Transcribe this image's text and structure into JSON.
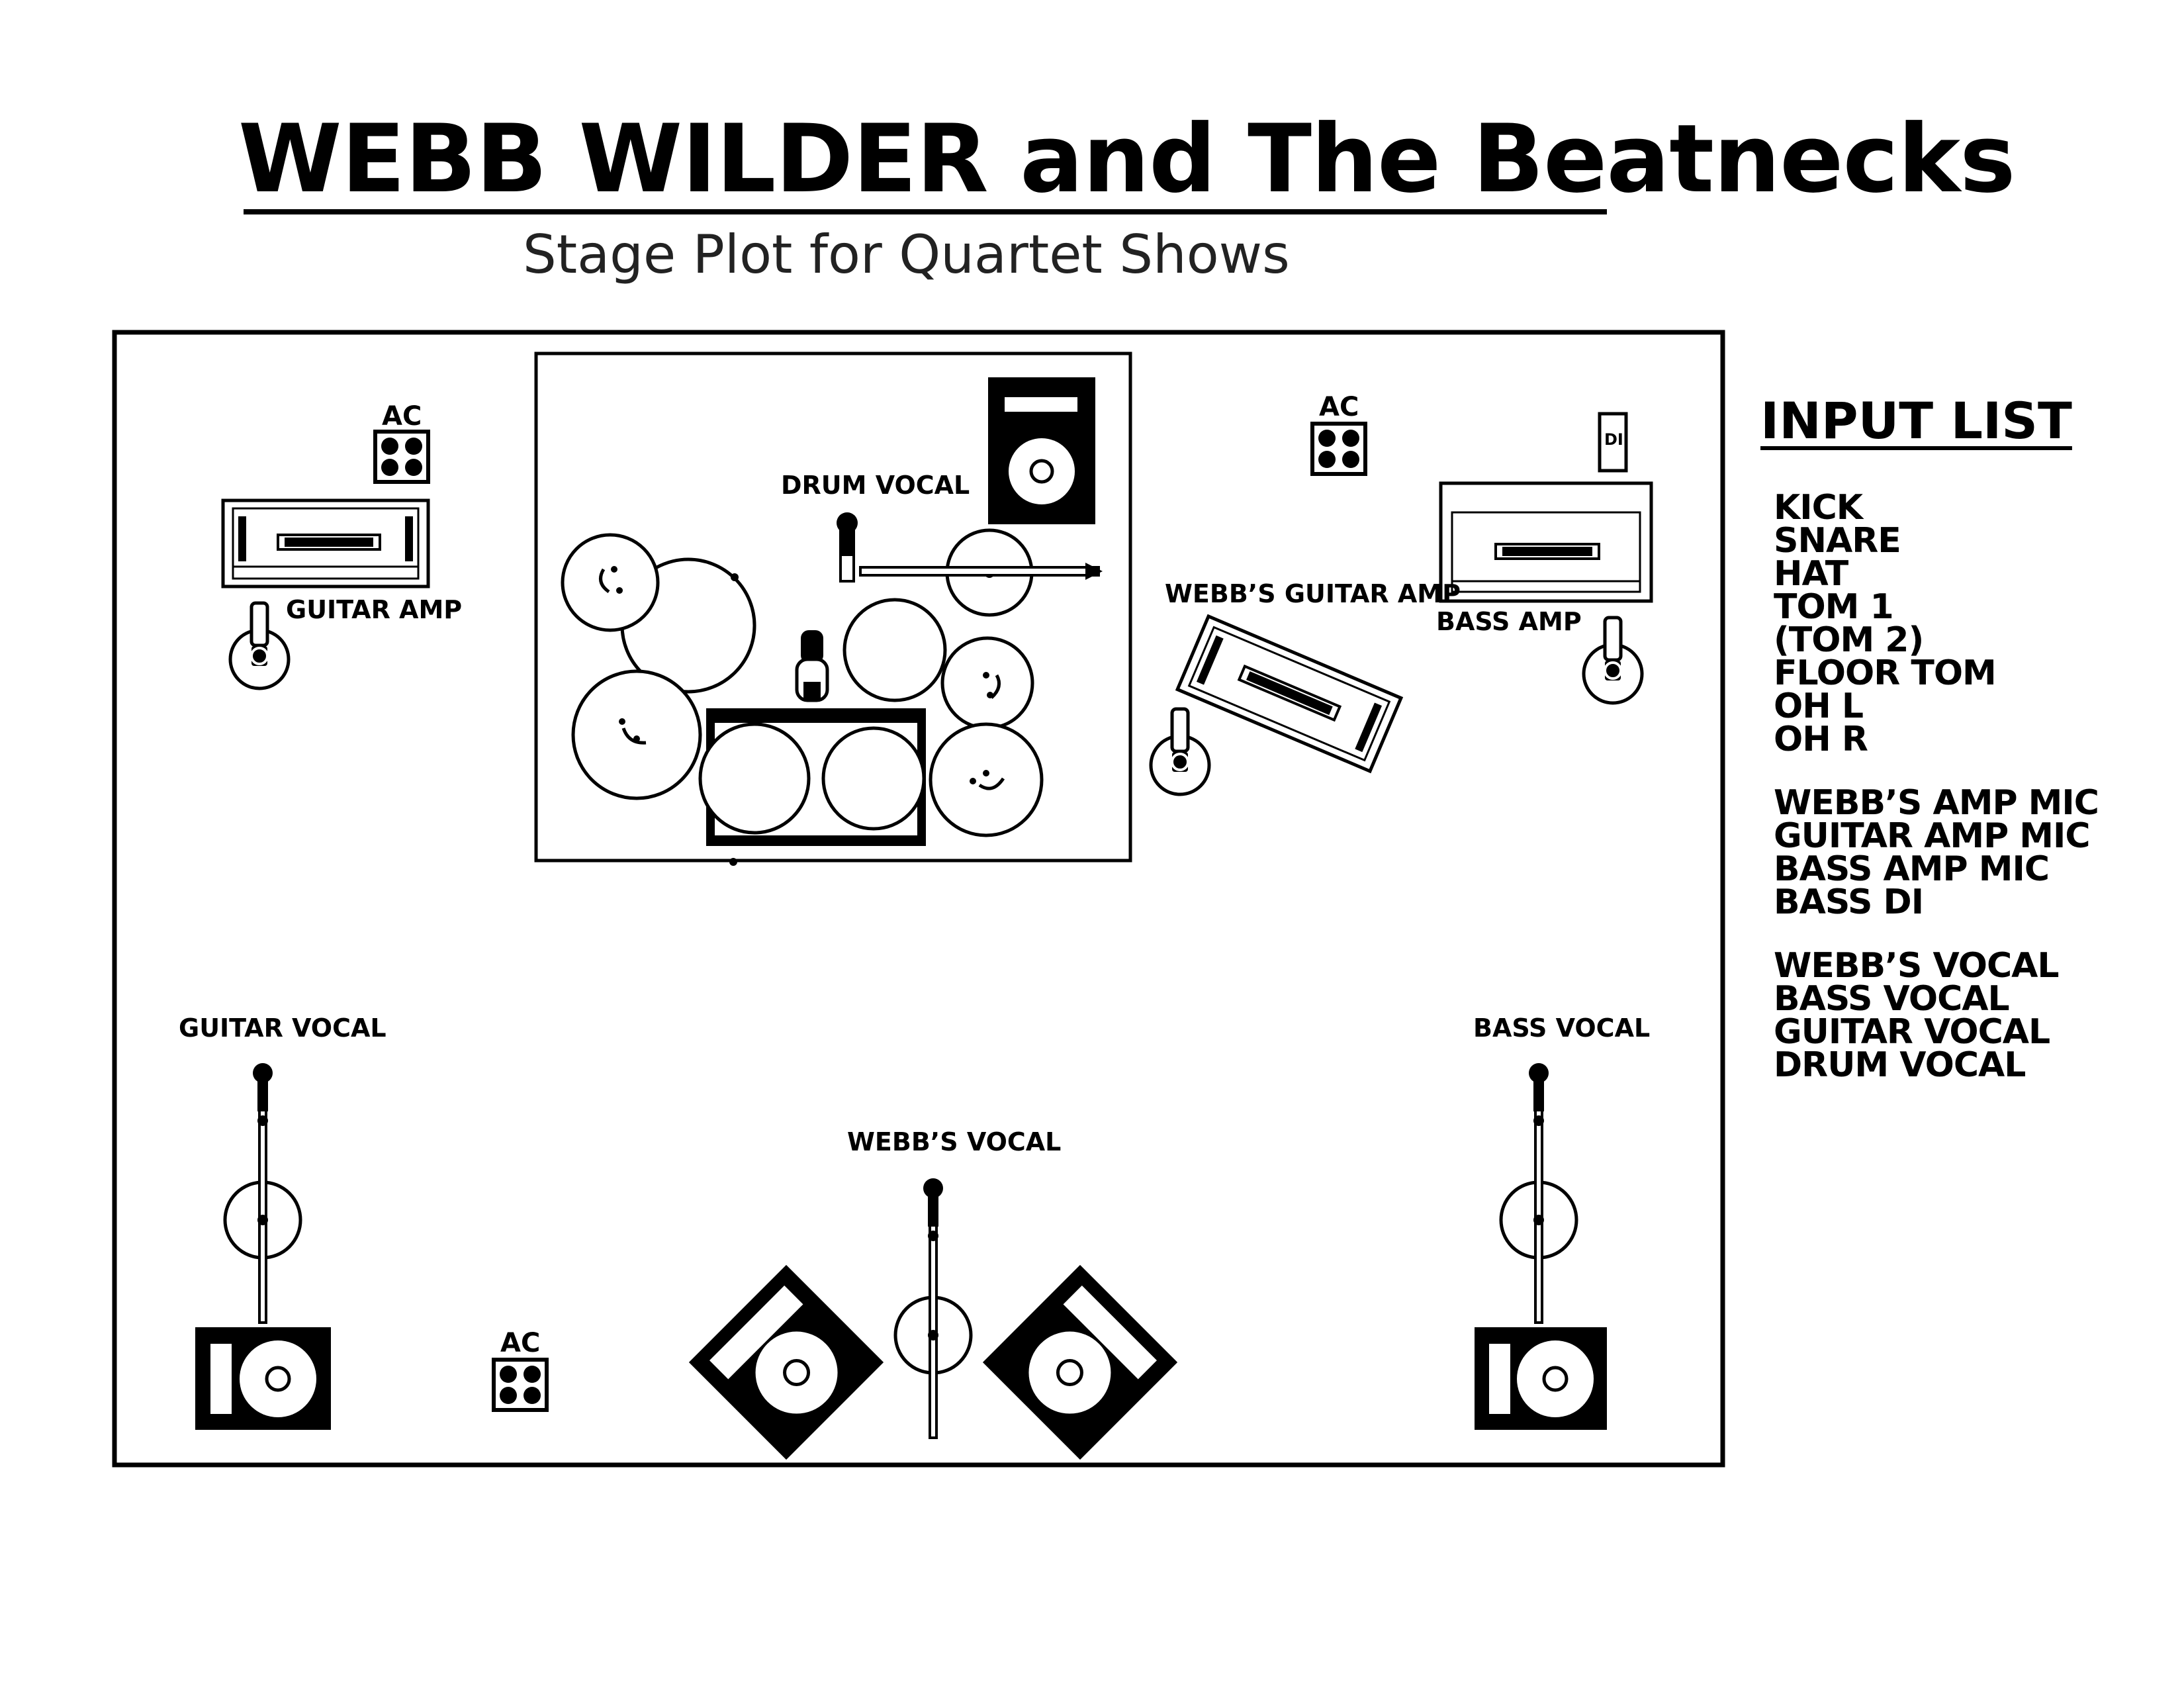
{
  "header": {
    "title": "WEBB WILDER and The Beatnecks",
    "subtitle": "Stage Plot for Quartet Shows"
  },
  "stage": {
    "labels": {
      "ac": "AC",
      "di": "DI",
      "guitar_amp": "GUITAR AMP",
      "drum_vocal": "DRUM VOCAL",
      "webbs_guitar_amp": "WEBB’S GUITAR AMP",
      "bass_amp": "BASS AMP",
      "guitar_vocal": "GUITAR VOCAL",
      "webbs_vocal": "WEBB’S VOCAL",
      "bass_vocal": "BASS VOCAL"
    }
  },
  "input_list": {
    "heading": "INPUT LIST",
    "drums": [
      "KICK",
      "SNARE",
      "HAT",
      "TOM 1",
      "(TOM 2)",
      "FLOOR TOM",
      "OH L",
      "OH R"
    ],
    "amps": [
      "WEBB’S AMP MIC",
      "GUITAR AMP MIC",
      "BASS AMP MIC",
      "BASS DI"
    ],
    "vocals": [
      "WEBB’S VOCAL",
      "BASS VOCAL",
      "GUITAR VOCAL",
      "DRUM VOCAL"
    ]
  },
  "colors": {
    "ink": "#000000",
    "paper": "#ffffff"
  }
}
